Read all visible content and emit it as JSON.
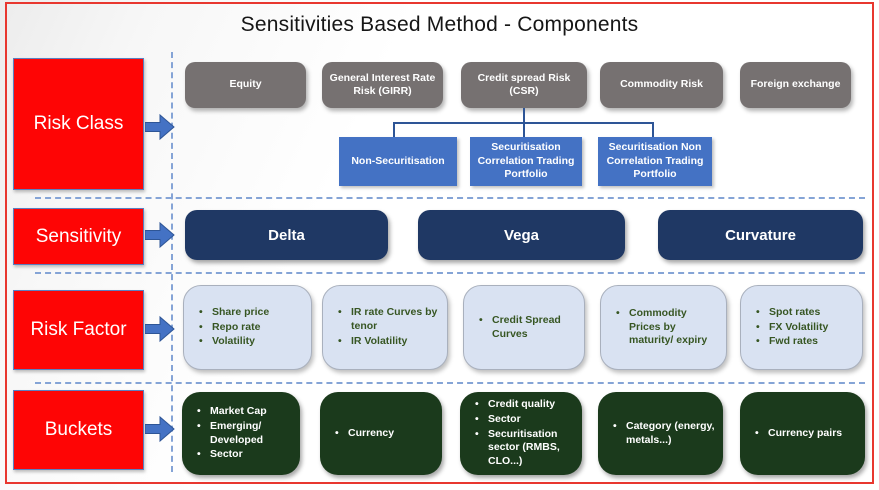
{
  "title": "Sensitivities Based Method - Components",
  "risk_class": {
    "label": "Risk Class",
    "classes": [
      "Equity",
      "General Interest Rate Risk (GIRR)",
      "Credit spread Risk (CSR)",
      "Commodity Risk",
      "Foreign exchange"
    ],
    "csr_children": [
      "Non-Securitisation",
      "Securitisation Correlation Trading Portfolio",
      "Securitisation Non Correlation Trading Portfolio"
    ]
  },
  "sensitivity": {
    "label": "Sensitivity",
    "items": [
      "Delta",
      "Vega",
      "Curvature"
    ]
  },
  "risk_factor": {
    "label": "Risk Factor",
    "boxes": [
      {
        "bullets": [
          "Share price",
          "Repo rate",
          "Volatility"
        ]
      },
      {
        "bullets": [
          "IR rate Curves by tenor",
          "IR Volatility"
        ]
      },
      {
        "bullets": [
          "Credit Spread Curves"
        ]
      },
      {
        "bullets": [
          "Commodity Prices by maturity/ expiry"
        ]
      },
      {
        "bullets": [
          "Spot rates",
          "FX Volatility",
          "Fwd rates"
        ]
      }
    ]
  },
  "buckets": {
    "label": "Buckets",
    "boxes": [
      {
        "bullets": [
          "Market Cap",
          "Emerging/ Developed",
          "Sector"
        ]
      },
      {
        "bullets": [
          "Currency"
        ]
      },
      {
        "bullets": [
          "Credit quality",
          "Sector",
          "Securitisation sector (RMBS, CLO...)"
        ]
      },
      {
        "bullets": [
          "Category (energy, metals...)"
        ]
      },
      {
        "bullets": [
          "Currency pairs"
        ]
      }
    ]
  },
  "colors": {
    "row_label_red": "#fe0505",
    "arrow_blue": "#4472c4",
    "risk_class_gray": "#767171",
    "csr_child_blue": "#4472c4",
    "sensitivity_navy": "#1f3864",
    "risk_factor_light_blue": "#d9e2f2",
    "risk_factor_text_green": "#375623",
    "buckets_dark_green": "#1b3a1c",
    "dashed_line_blue": "#85a4d6",
    "outer_border_red": "#e8372f"
  }
}
